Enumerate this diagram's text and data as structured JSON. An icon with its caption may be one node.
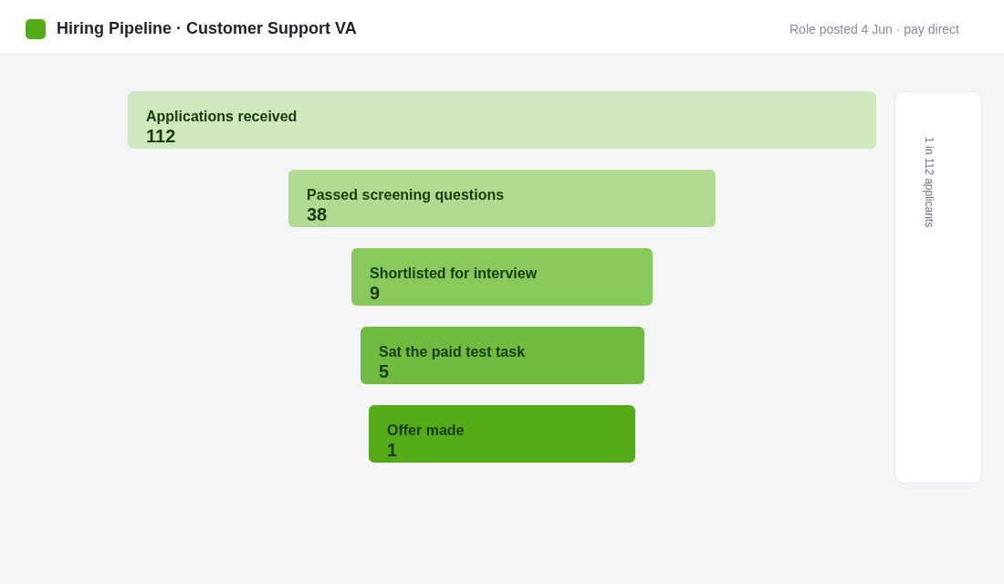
{
  "diagram": {
    "title": "Hiring Pipeline · Customer Support VA",
    "nodes": [
      {
        "text": [
          "Applications received",
          "112"
        ]
      },
      {
        "text": [
          "Passed screening questions",
          "38"
        ]
      },
      {
        "text": [
          "Shortlisted for interview",
          "9"
        ]
      },
      {
        "text": [
          "Sat the paid test task",
          "5"
        ]
      },
      {
        "text": [
          "Offer made",
          "1"
        ]
      },
      {
        "text": [
          "1 in 112 applicants"
        ]
      }
    ],
    "edges": [],
    "labels": [
      "Role posted 4 Jun · pay direct"
    ]
  }
}
